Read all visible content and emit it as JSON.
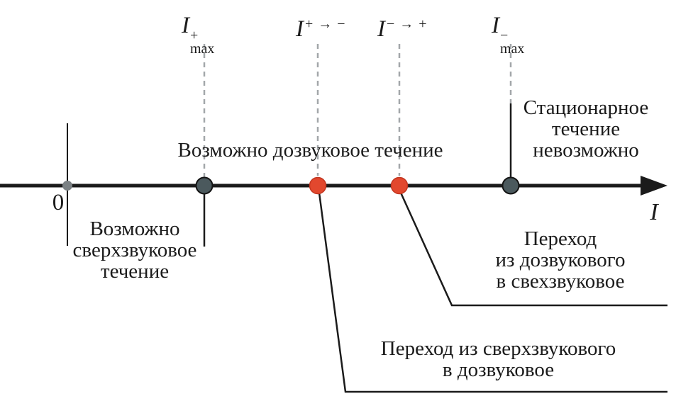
{
  "figure": {
    "axis": {
      "label": "I",
      "origin": "0"
    },
    "points": [
      {
        "name": "I-plus-max",
        "base": "I",
        "sup": "+",
        "sub": "max",
        "marker": "gray"
      },
      {
        "name": "I-plus-to-minus",
        "base": "I",
        "sup": "+ → −",
        "marker": "red"
      },
      {
        "name": "I-minus-to-plus",
        "base": "I",
        "sup": "− → +",
        "marker": "red"
      },
      {
        "name": "I-minus-max",
        "base": "I",
        "sup": "−",
        "sub": "max",
        "marker": "gray"
      }
    ],
    "annotations": {
      "subsonic": "Возможно дозвуковое течение",
      "supersonic": "Возможно\nсверхзвуковое\nтечение",
      "stationary": "Стационарное\nтечение\nневозможно",
      "sub_to_super": "Переход\nиз дозвукового\nв свехзвуковое",
      "super_to_sub": "Переход из сверхзвукового\nв дозвуковое"
    },
    "colors": {
      "axis": "#1b1b1b",
      "dashed_line": "#a3a7aa",
      "gray_marker": "#4b595d",
      "red_marker": "#e2482e",
      "origin_marker": "#7b8184"
    }
  }
}
